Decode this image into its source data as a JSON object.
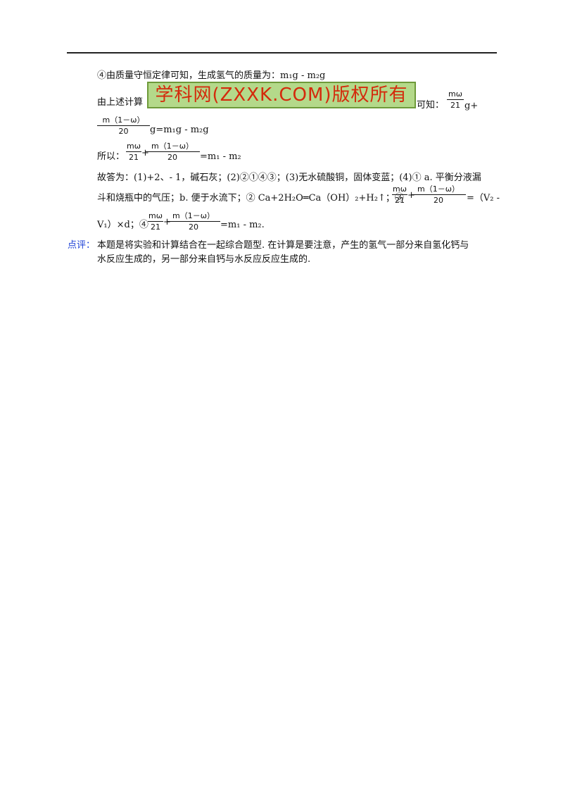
{
  "lines": {
    "l1": "④由质量守恒定律可知，生成氢气的质量为：m₁g - m₂g",
    "l2_pre": "由上述计算",
    "l2_post": "可知：",
    "l2_tail": "g+",
    "l3_tail": "g=m₁g - m₂g",
    "l4_pre": "所以：",
    "l4_tail": "=m₁ - m₂",
    "l5": "故答为：(1)+2、- 1，碱石灰；(2)②①④③；(3)无水硫酸铜，固体变蓝；(4)① a. 平衡分液漏",
    "l6_pre": "斗和烧瓶中的气压；b. 便于水流下；② Ca+2H₂O═Ca（OH）₂+H₂↑；③",
    "l6_tail": "=（V₂ -",
    "l7_pre": "V₁）×d；④",
    "l7_tail": "=m₁ - m₂.",
    "comment_label": "点评：",
    "comment_l1": "本题是将实验和计算结合在一起综合题型. 在计算是要注意，产生的氢气一部分来自氢化钙与",
    "comment_l2": "水反应生成的，另一部分来自钙与水反应反应生成的."
  },
  "fractions": {
    "mw_num": "mω",
    "d21": "21",
    "m1w_num": "m（1－ω）",
    "d20": "20",
    "plus": "+"
  },
  "watermark": {
    "text": "学科网(ZXXK.COM)版权所有"
  },
  "colors": {
    "comment_label": "#1b3fd6",
    "watermark_text": "#d42a0c",
    "watermark_bg": "#b4d98a"
  }
}
